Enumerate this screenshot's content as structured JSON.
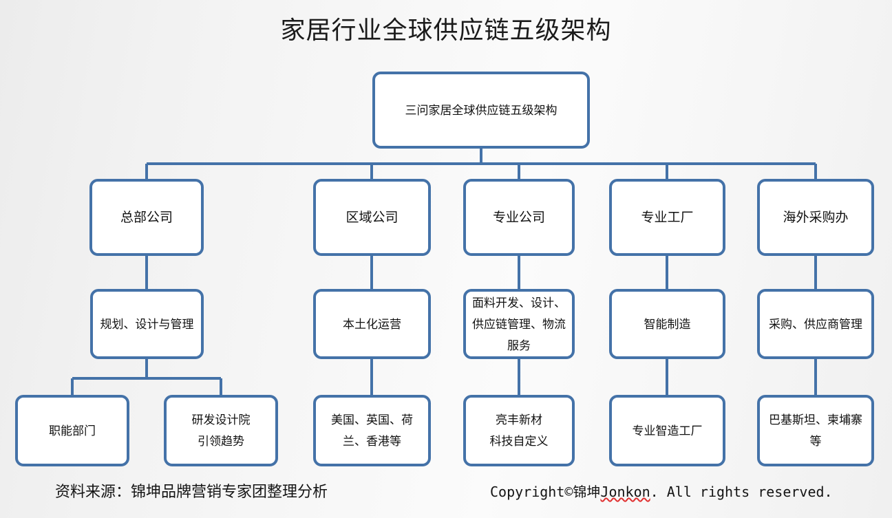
{
  "title": "家居行业全球供应链五级架构",
  "diagram": {
    "type": "org-chart",
    "root": {
      "label": "三问家居全球供应链五级架构"
    },
    "level2": [
      {
        "label": "总部公司"
      },
      {
        "label": "区域公司"
      },
      {
        "label": "专业公司"
      },
      {
        "label": "专业工厂"
      },
      {
        "label": "海外采购办"
      }
    ],
    "level3": [
      {
        "label": "规划、设计与管理"
      },
      {
        "label": "本土化运营"
      },
      {
        "label": "面料开发、设计、供应链管理、物流服务"
      },
      {
        "label": "智能制造"
      },
      {
        "label": "采购、供应商管理"
      }
    ],
    "level4": [
      {
        "label": "职能部门"
      },
      {
        "label": "研发设计院\n引领趋势"
      },
      {
        "label": "美国、英国、荷兰、香港等"
      },
      {
        "label": "亮丰新材\n科技自定义"
      },
      {
        "label": "专业智造工厂"
      },
      {
        "label": "巴基斯坦、柬埔寨等"
      }
    ]
  },
  "footer": {
    "source": "资料来源：锦坤品牌营销专家团整理分析",
    "copyright_prefix": "Copyright©",
    "copyright_cn": "锦坤",
    "copyright_brand": "Jonkon",
    "copyright_suffix": ". All rights reserved."
  },
  "colors": {
    "node_border": "#4472a8",
    "node_fill": "#ffffff",
    "connector": "#4472a8",
    "title_text": "#1b1b1b",
    "spellcheck_underline": "#e03030"
  }
}
